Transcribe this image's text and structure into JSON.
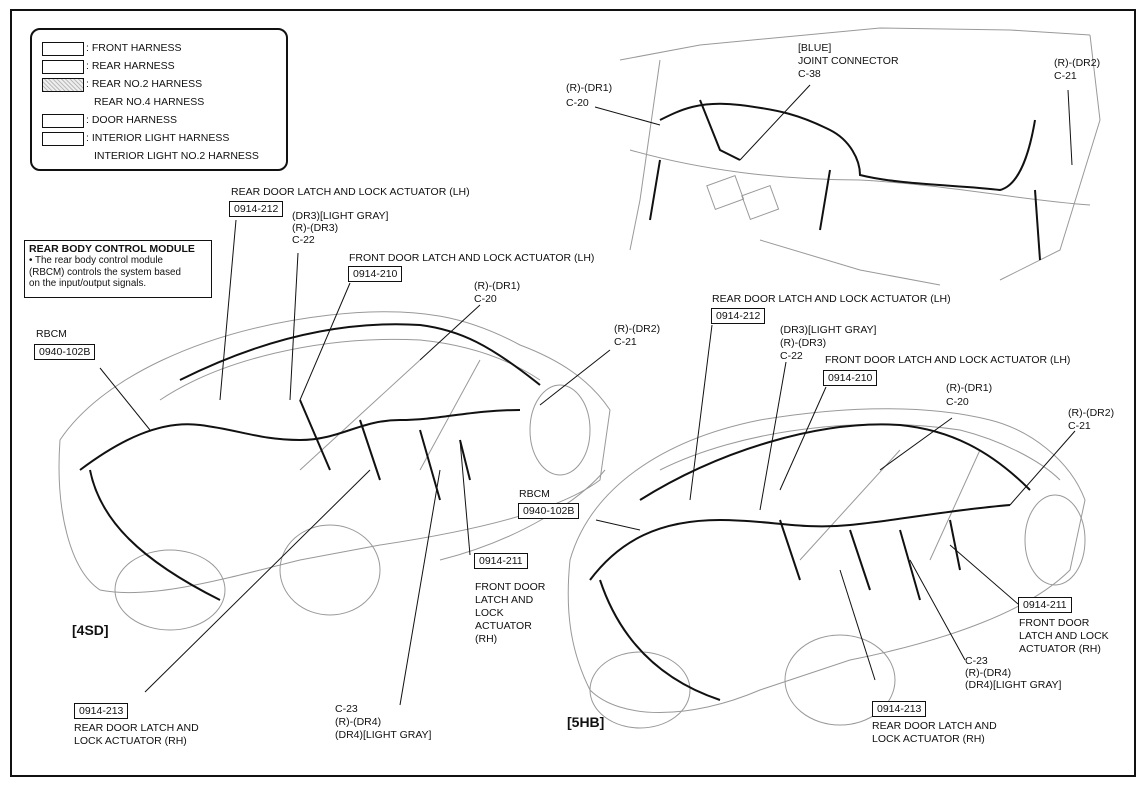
{
  "legend": {
    "items": [
      {
        "label": ": FRONT HARNESS",
        "swatch": "plain"
      },
      {
        "label": ": REAR HARNESS",
        "swatch": "plain"
      },
      {
        "label": ": REAR NO.2 HARNESS",
        "swatch": "pattern"
      },
      {
        "label": "REAR NO.4 HARNESS",
        "swatch": "none"
      },
      {
        "label": ": DOOR HARNESS",
        "swatch": "plain"
      },
      {
        "label": ": INTERIOR LIGHT HARNESS",
        "swatch": "plain"
      },
      {
        "label": "INTERIOR LIGHT NO.2 HARNESS",
        "swatch": "none"
      }
    ]
  },
  "note": {
    "title": "REAR BODY CONTROL MODULE",
    "line1": "• The rear body control module",
    "line2": "(RBCM) controls the system based",
    "line3": "on the input/output signals."
  },
  "top": {
    "blue": "[BLUE]",
    "joint": "JOINT CONNECTOR",
    "c38": "C-38",
    "r_dr1": "(R)-(DR1)",
    "c20": "C-20",
    "r_dr2": "(R)-(DR2)",
    "c21": "C-21"
  },
  "sd": {
    "model": "[4SD]",
    "rear_lh_title": "REAR DOOR LATCH AND LOCK ACTUATOR (LH)",
    "rear_lh_code": "0914-212",
    "dr3_gray": "(DR3)[LIGHT GRAY]",
    "r_dr3": "(R)-(DR3)",
    "c22": "C-22",
    "front_lh_title": "FRONT DOOR LATCH AND LOCK ACTUATOR (LH)",
    "front_lh_code": "0914-210",
    "r_dr1": "(R)-(DR1)",
    "c20": "C-20",
    "r_dr2": "(R)-(DR2)",
    "c21": "C-21",
    "rbcm": "RBCM",
    "rbcm_code": "0940-102B",
    "front_rh_code": "0914-211",
    "front_rh_l1": "FRONT DOOR",
    "front_rh_l2": "LATCH AND",
    "front_rh_l3": "LOCK",
    "front_rh_l4": "ACTUATOR",
    "front_rh_l5": "(RH)",
    "rear_rh_code": "0914-213",
    "rear_rh_l1": "REAR DOOR LATCH AND",
    "rear_rh_l2": "LOCK ACTUATOR (RH)",
    "c23": "C-23",
    "r_dr4": "(R)-(DR4)",
    "dr4_gray": "(DR4)[LIGHT GRAY]"
  },
  "hb": {
    "model": "[5HB]",
    "rear_lh_title": "REAR DOOR LATCH AND LOCK ACTUATOR (LH)",
    "rear_lh_code": "0914-212",
    "dr3_gray": "(DR3)[LIGHT GRAY]",
    "r_dr3": "(R)-(DR3)",
    "c22": "C-22",
    "front_lh_title": "FRONT DOOR LATCH AND LOCK ACTUATOR (LH)",
    "front_lh_code": "0914-210",
    "r_dr1": "(R)-(DR1)",
    "c20": "C-20",
    "r_dr2": "(R)-(DR2)",
    "c21": "C-21",
    "rbcm": "RBCM",
    "rbcm_code": "0940-102B",
    "front_rh_code": "0914-211",
    "front_rh_l1": "FRONT DOOR",
    "front_rh_l2": "LATCH AND LOCK",
    "front_rh_l3": "ACTUATOR (RH)",
    "c23": "C-23",
    "r_dr4": "(R)-(DR4)",
    "dr4_gray": "(DR4)[LIGHT GRAY]",
    "rear_rh_code": "0914-213",
    "rear_rh_l1": "REAR DOOR LATCH AND",
    "rear_rh_l2": "LOCK ACTUATOR (RH)"
  }
}
